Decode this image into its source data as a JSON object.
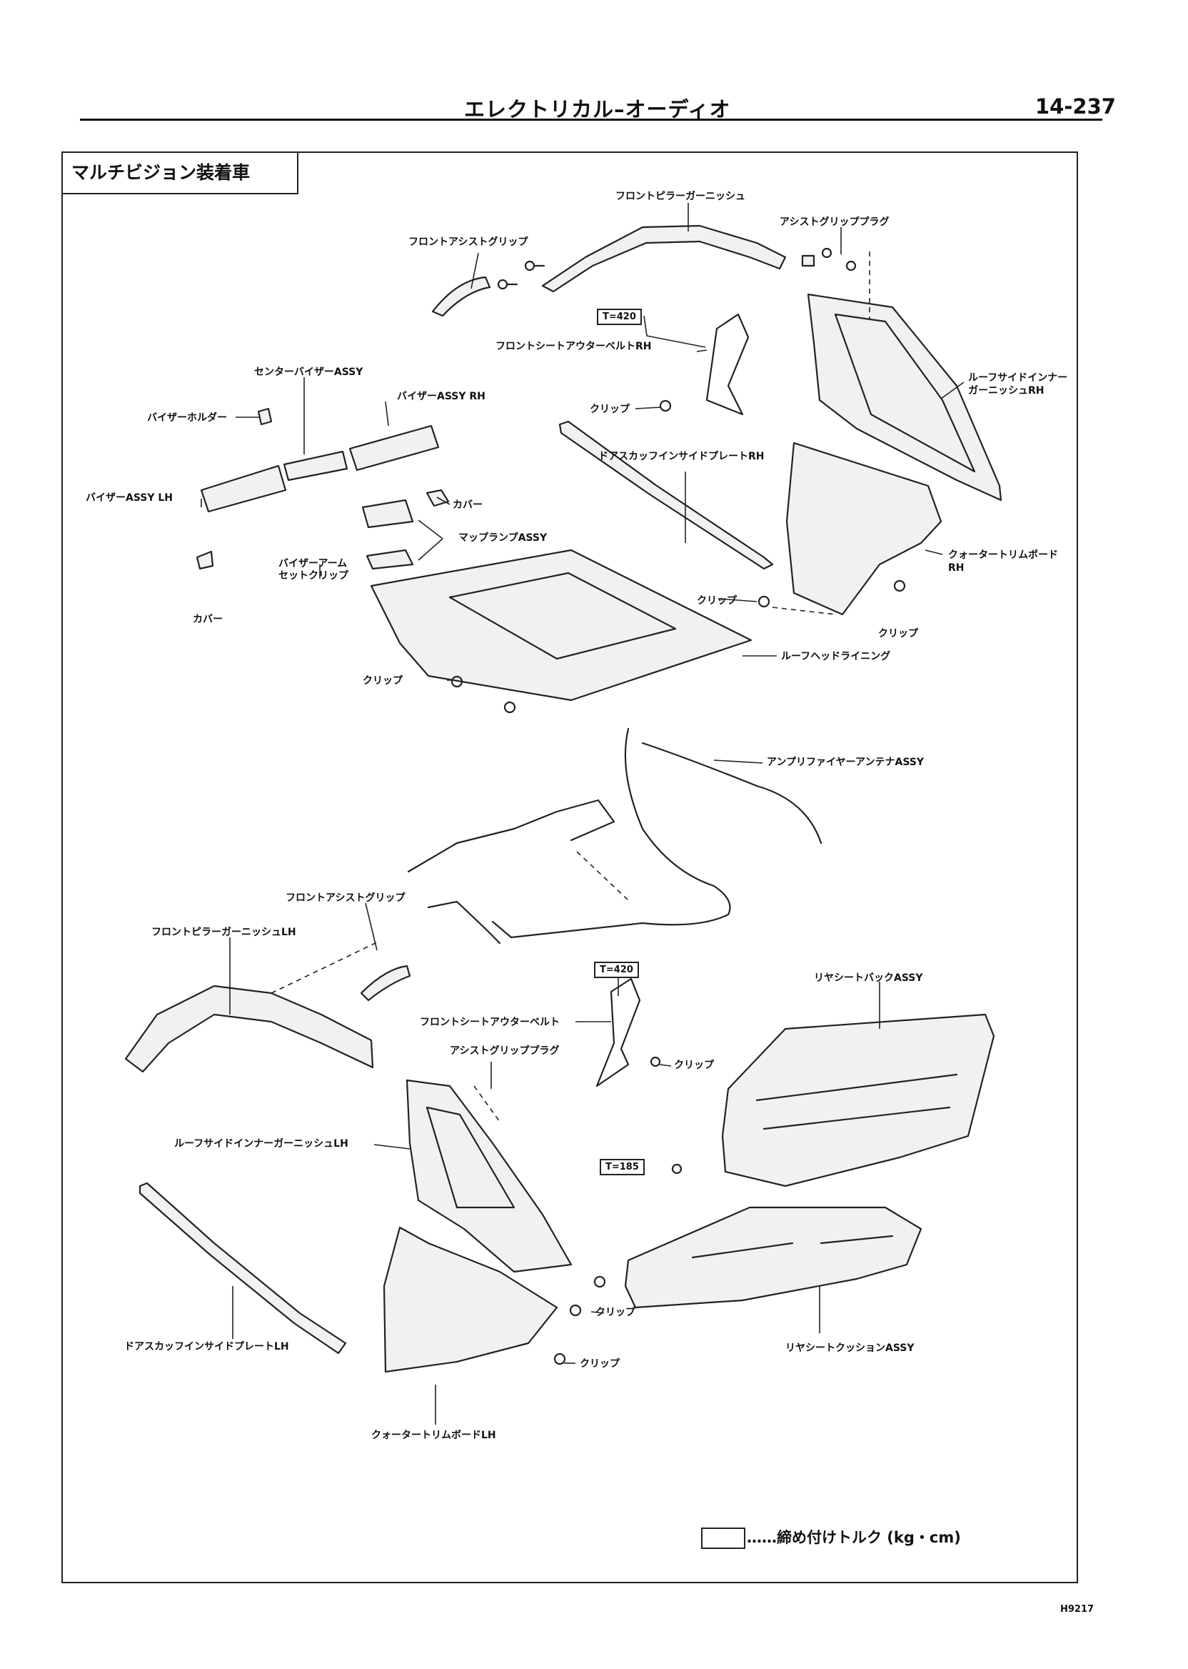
{
  "header": {
    "title": "エレクトリカル–オーディオ",
    "page": "14-237"
  },
  "section_tag": "マルチビジョン装着車",
  "labels": {
    "front_pillar_garnish": "フロントピラーガーニッシュ",
    "front_assist_grip_top": "フロントアシストグリップ",
    "assist_grip_plug_top": "アシストグリッププラグ",
    "front_seat_outer_belt_rh": "フロントシートアウターベルトRH",
    "center_visor": "センターバイザーASSY",
    "visor_rh": "バイザーASSY RH",
    "visor_holder": "バイザーホルダー",
    "clip_1": "クリップ",
    "roof_side_inner_rh_1": "ルーフサイドインナー",
    "roof_side_inner_rh_2": "ガーニッシュRH",
    "door_scuff_rh": "ドアスカッフインサイドプレートRH",
    "visor_lh": "バイザーASSY LH",
    "cover_1": "カバー",
    "map_lamp": "マップランプASSY",
    "visor_arm_clip_1": "バイザーアーム",
    "visor_arm_clip_2": "セットクリップ",
    "quarter_trim_rh_1": "クォータートリムボード",
    "quarter_trim_rh_2": "RH",
    "cover_2": "カバー",
    "clip_2": "クリップ",
    "clip_3": "クリップ",
    "roof_headlining": "ルーフヘッドライニング",
    "clip_4": "クリップ",
    "amp_antenna": "アンプリファイヤーアンテナASSY",
    "front_assist_grip_mid": "フロントアシストグリップ",
    "front_pillar_garnish_lh": "フロントピラーガーニッシュLH",
    "rear_seat_back": "リヤシートバックASSY",
    "front_seat_outer_belt": "フロントシートアウターベルト",
    "clip_5": "クリップ",
    "assist_grip_plug_mid": "アシストグリッププラグ",
    "roof_side_inner_lh": "ルーフサイドインナーガーニッシュLH",
    "door_scuff_lh": "ドアスカッフインサイドプレートLH",
    "clip_6": "クリップ",
    "rear_seat_cushion": "リヤシートクッションASSY",
    "clip_7": "クリップ",
    "quarter_trim_lh": "クォータートリムボードLH"
  },
  "torques": {
    "t1": "T=420",
    "t2": "T=420",
    "t3": "T=185"
  },
  "legend": "……締め付けトルク (kg・cm)",
  "drawing_code": "H9217"
}
